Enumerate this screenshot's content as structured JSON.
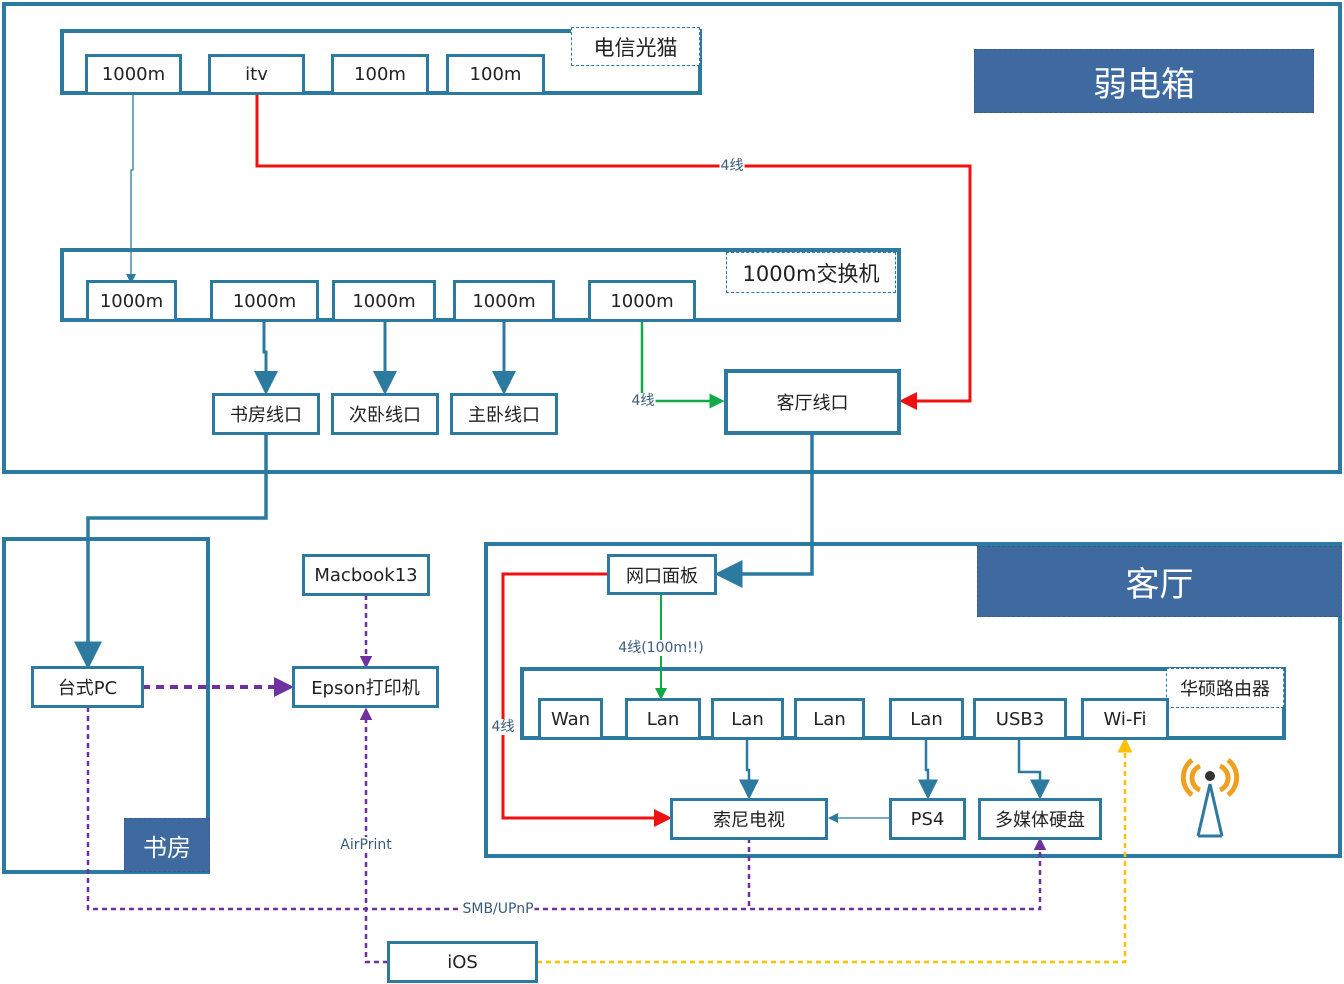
{
  "zones": {
    "cabinet_title": "弱电箱",
    "living_room_title": "客厅",
    "study_title": "书房"
  },
  "modem": {
    "label": "电信光猫",
    "ports": [
      "1000m",
      "itv",
      "100m",
      "100m"
    ]
  },
  "switch": {
    "label": "1000m交换机",
    "ports": [
      "1000m",
      "1000m",
      "1000m",
      "1000m",
      "1000m"
    ]
  },
  "outlets": {
    "study": "书房线口",
    "second_bedroom": "次卧线口",
    "master_bedroom": "主卧线口",
    "living_room": "客厅线口"
  },
  "living_room": {
    "wall_panel": "网口面板",
    "router_label": "华硕路由器",
    "router_ports": [
      "Wan",
      "Lan",
      "Lan",
      "Lan",
      "Lan",
      "USB3",
      "Wi-Fi"
    ],
    "sony_tv": "索尼电视",
    "ps4": "PS4",
    "media_drive": "多媒体硬盘"
  },
  "devices": {
    "desktop_pc": "台式PC",
    "macbook": "Macbook13",
    "printer": "Epson打印机",
    "ios": "iOS"
  },
  "edge_labels": {
    "itv_4wire": "4线",
    "switch_4wire": "4线",
    "panel_router": "4线(100m!!)",
    "panel_tv_4wire": "4线",
    "airprint": "AirPrint",
    "smb_upnp": "SMB/UPnP"
  },
  "colors": {
    "box_border": "#2c7aa0",
    "zone_fill": "#3f6aa0",
    "red_link": "#ee1111",
    "green_link": "#11aa44",
    "purple_link": "#7030a0",
    "yellow_link": "#ffc000",
    "antenna": "#f0a020"
  },
  "icons": [
    "wifi-antenna-icon"
  ]
}
